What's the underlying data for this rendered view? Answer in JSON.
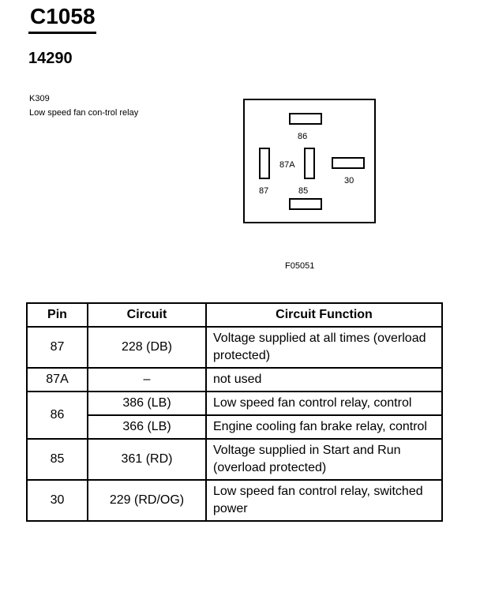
{
  "header": {
    "connector_id": "C1058",
    "part_number": "14290"
  },
  "component": {
    "code": "K309",
    "description": "Low speed fan con-trol relay"
  },
  "diagram": {
    "pin_labels": {
      "p86": "86",
      "p87a": "87A",
      "p87": "87",
      "p85": "85",
      "p30": "30"
    },
    "figure_id": "F05051"
  },
  "table": {
    "headers": [
      "Pin",
      "Circuit",
      "Circuit Function"
    ],
    "rows": [
      {
        "pin": "87",
        "circuit": "228 (DB)",
        "function": "Voltage supplied at all times (overload protected)"
      },
      {
        "pin": "87A",
        "circuit": "–",
        "function": "not used"
      },
      {
        "pin": "86",
        "circuit": "386 (LB)",
        "function": "Low speed fan control relay, control"
      },
      {
        "circuit": "366 (LB)",
        "function": "Engine cooling fan brake relay, control"
      },
      {
        "pin": "85",
        "circuit": "361 (RD)",
        "function": "Voltage supplied in Start and Run (overload protected)"
      },
      {
        "pin": "30",
        "circuit": "229 (RD/OG)",
        "function": "Low speed fan control relay, switched power"
      }
    ]
  }
}
